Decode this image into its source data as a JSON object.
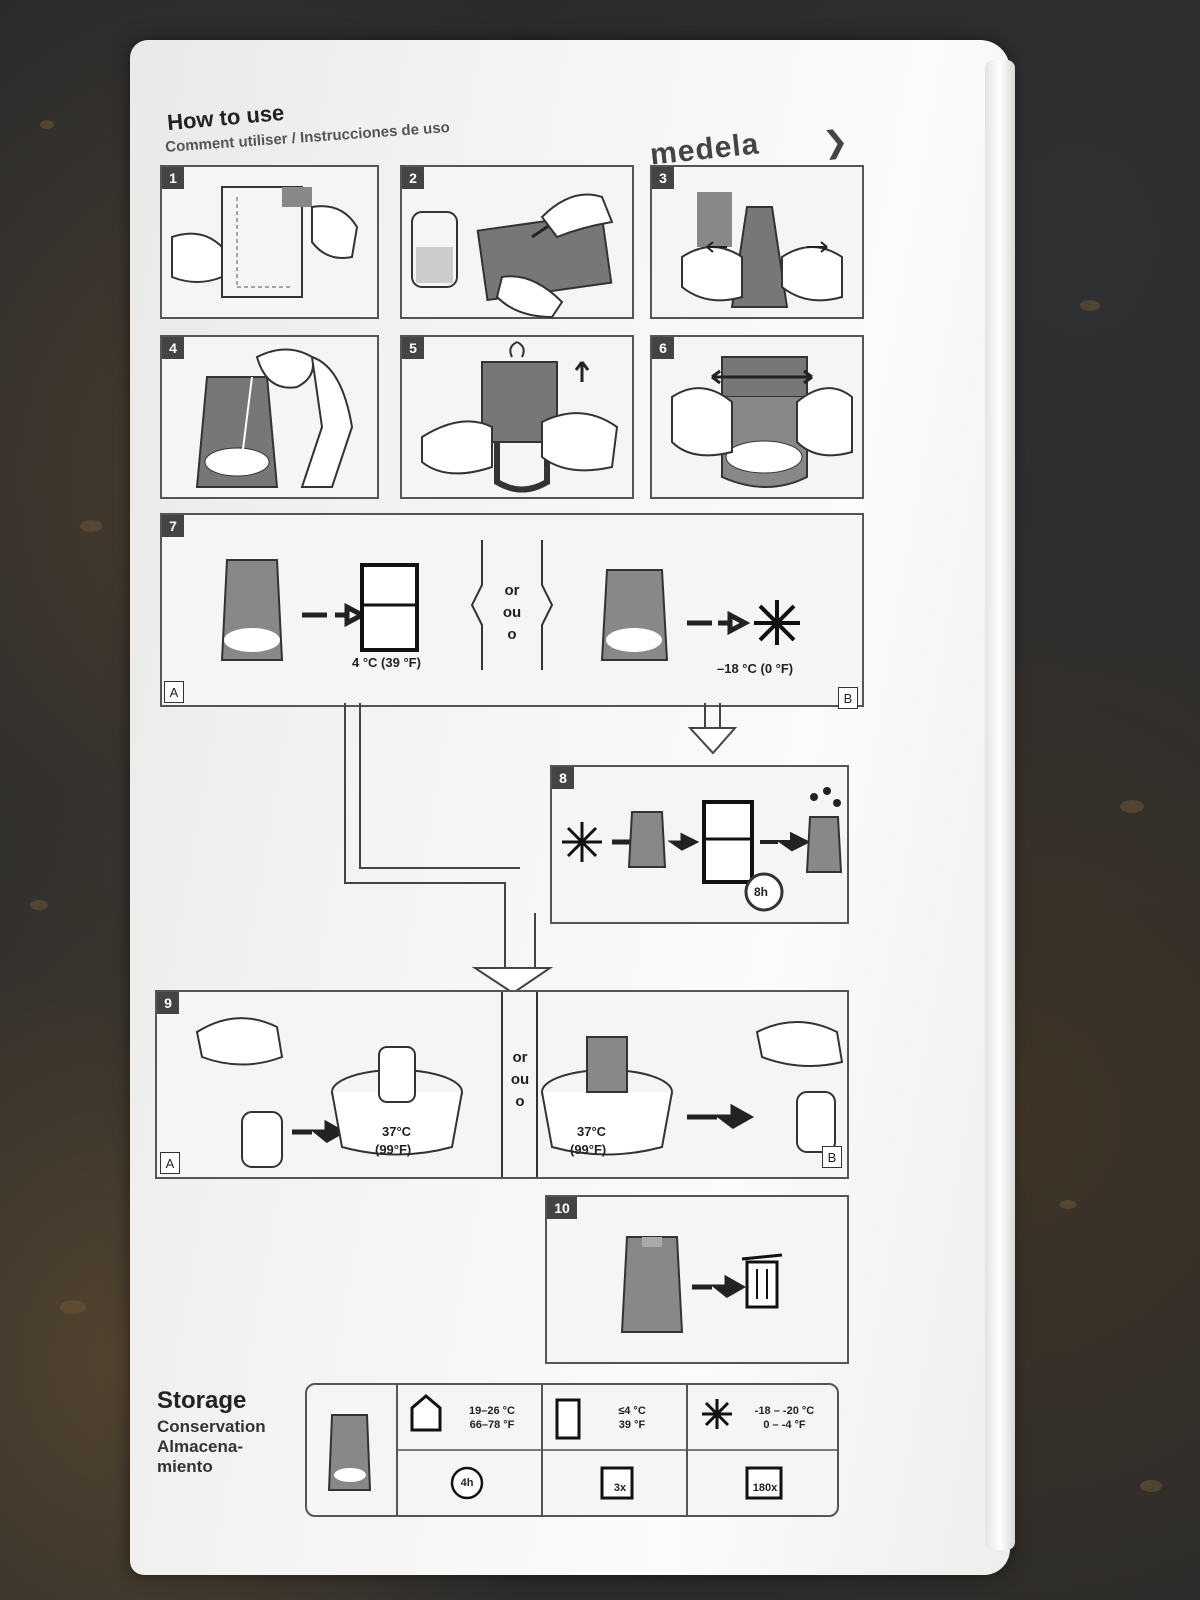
{
  "header": {
    "title": "How to use",
    "subtitle": "Comment utiliser / Instrucciones de uso",
    "brand": "medela"
  },
  "steps": {
    "s1": "1",
    "s2": "2",
    "s3": "3",
    "s4": "4",
    "s5": "5",
    "s6": "6",
    "s7": "7",
    "s8": "8",
    "s9": "9",
    "s10": "10"
  },
  "step7": {
    "fridge_temp": "4 °C (39 °F)",
    "freezer_temp": "–18 °C (0 °F)",
    "or_en": "or",
    "or_fr": "ou",
    "or_es": "o",
    "corner_a": "A",
    "corner_b": "B"
  },
  "step8": {
    "thaw_time": "8h"
  },
  "step9": {
    "temp_a": "37°C",
    "temp_a_f": "(99°F)",
    "temp_b": "37°C",
    "temp_b_f": "(99°F)",
    "or_en": "or",
    "or_fr": "ou",
    "or_es": "o",
    "corner_a": "A",
    "corner_b": "B"
  },
  "storage": {
    "title": "Storage",
    "title_fr": "Conservation",
    "title_es_1": "Almacena-",
    "title_es_2": "miento",
    "room_c": "19–26 °C",
    "room_f": "66–78 °F",
    "room_time": "4h",
    "fridge_c": "≤4 °C",
    "fridge_f": "39 °F",
    "fridge_qty": "3x",
    "freezer_c": "-18 – -20 °C",
    "freezer_f": "0 – -4 °F",
    "freezer_qty": "180x"
  }
}
